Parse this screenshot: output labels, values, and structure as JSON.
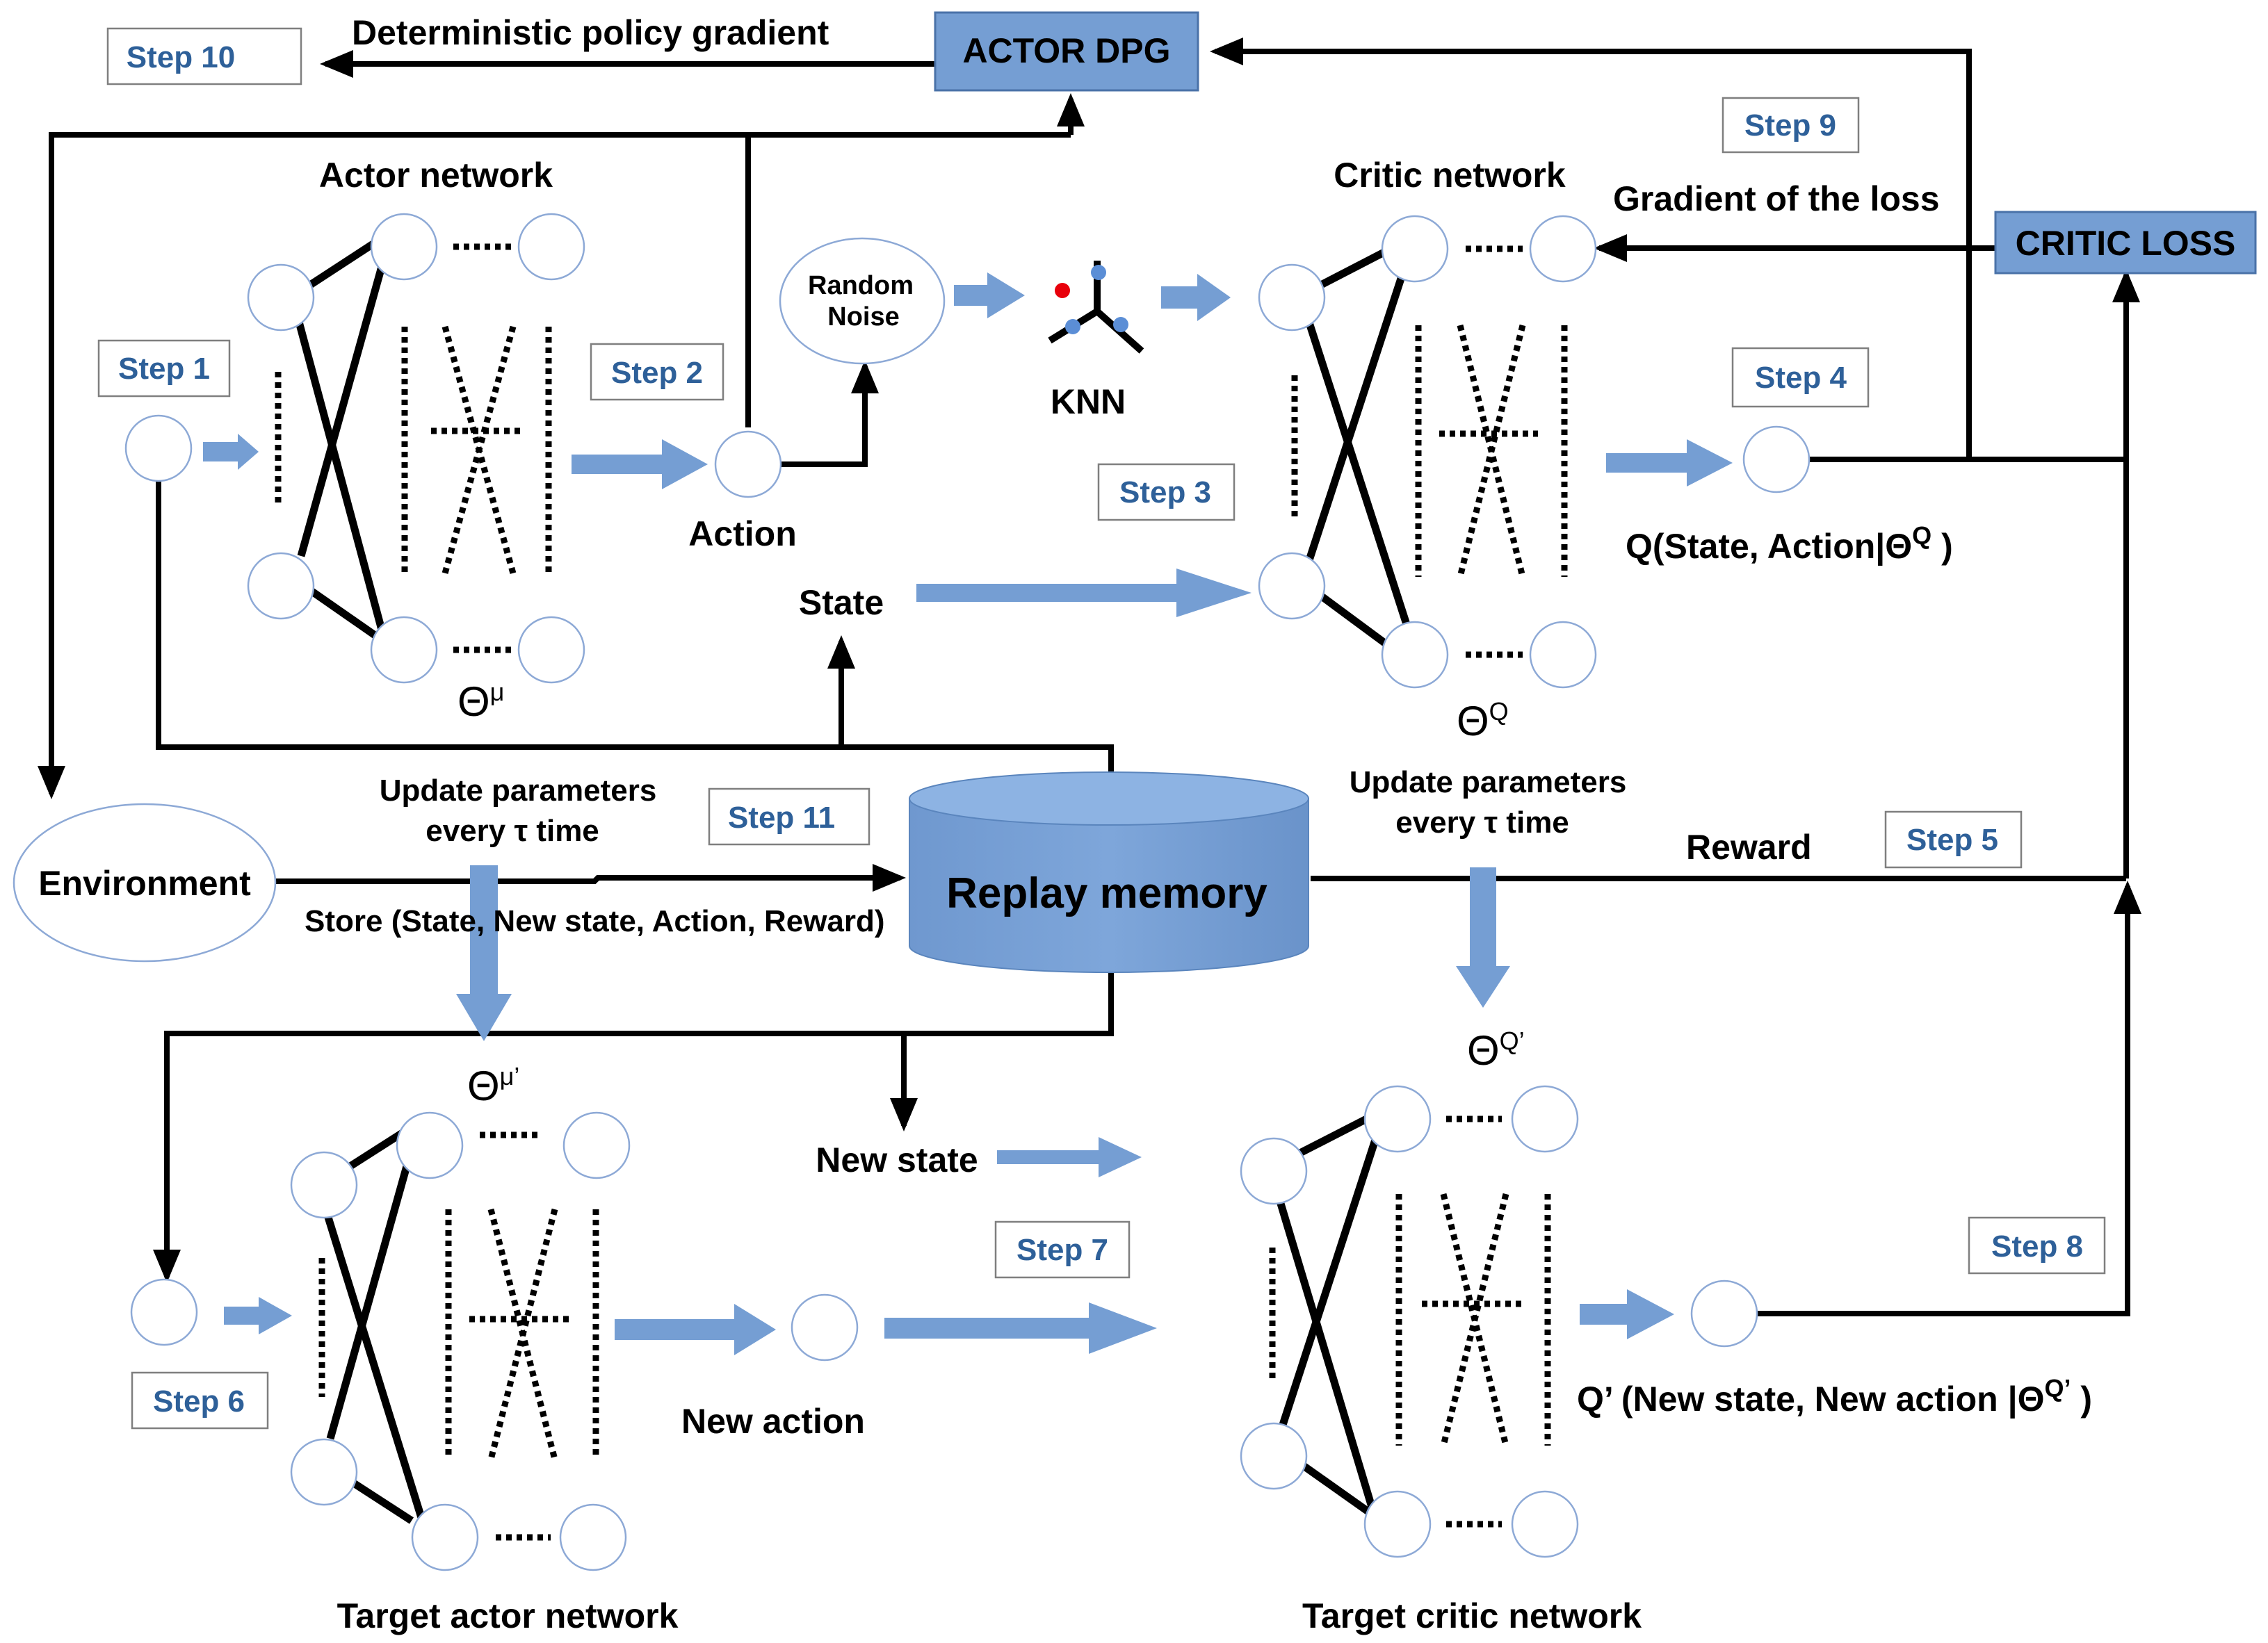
{
  "colors": {
    "box_fill": "#759ed3",
    "box_stroke": "#4a72a8",
    "step_text": "#2e6099",
    "block_arrow": "#759ed3",
    "node_stroke": "#8da9d6",
    "knn_dot_red": "#e8000b",
    "knn_dot_blue": "#5b8ed6"
  },
  "boxes": {
    "actor_dpg": "ACTOR DPG",
    "critic_loss": "CRITIC LOSS",
    "replay_memory": "Replay memory",
    "environment": "Environment",
    "random_noise_line1": "Random",
    "random_noise_line2": "Noise"
  },
  "networks": {
    "actor": {
      "title": "Actor network",
      "theta": "Θ",
      "theta_sup": "μ"
    },
    "critic": {
      "title": "Critic network",
      "theta": "Θ",
      "theta_sup": "Q"
    },
    "target_actor": {
      "title": "Target actor network",
      "theta": "Θ",
      "theta_sup": "μ’"
    },
    "target_critic": {
      "title": "Target critic network",
      "theta": "Θ",
      "theta_sup": "Q’"
    }
  },
  "labels": {
    "deterministic_policy_gradient": "Deterministic policy gradient",
    "gradient_of_loss": "Gradient of the loss",
    "knn": "KNN",
    "action": "Action",
    "state": "State",
    "q_value_main": "Q(State, Action|Θ",
    "q_value_sup": "Q",
    "q_value_close": " )",
    "update_params_line1": "Update parameters",
    "update_params_line2": "every τ time",
    "store": "Store (State, New state, Action, Reward)",
    "reward": "Reward",
    "new_state": "New state",
    "new_action": "New action",
    "q_target_main": "Q’ (New state, New  action |Θ",
    "q_target_sup": "Q’",
    "q_target_close": " )"
  },
  "steps": {
    "s1": "Step 1",
    "s2": "Step 2",
    "s3": "Step 3",
    "s4": "Step 4",
    "s5": "Step 5",
    "s6": "Step 6",
    "s7": "Step 7",
    "s8": "Step 8",
    "s9": "Step 9",
    "s10": "Step 10",
    "s11": "Step 11"
  }
}
